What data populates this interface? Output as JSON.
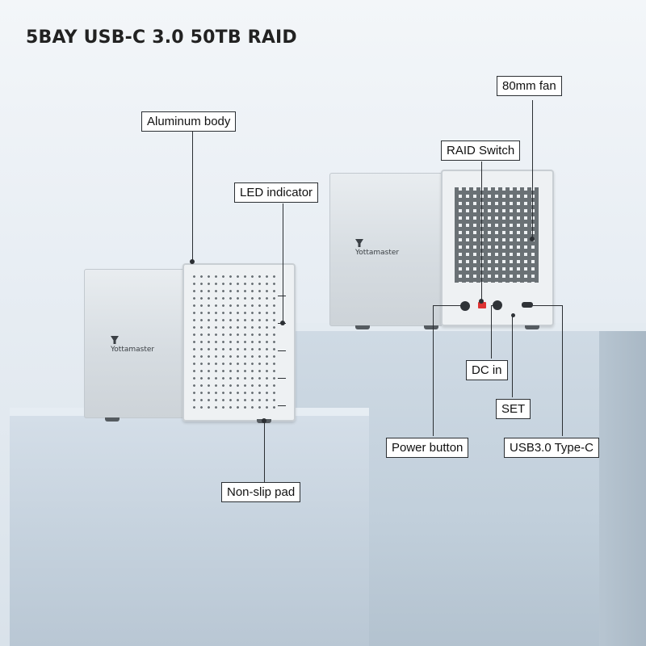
{
  "title": "5BAY USB-C 3.0 50TB RAID",
  "brand": "Yottamaster",
  "callouts": {
    "fan": "80mm fan",
    "aluminum": "Aluminum body",
    "raid": "RAID Switch",
    "led": "LED indicator",
    "dc": "DC in",
    "set": "SET",
    "power": "Power button",
    "usb": "USB3.0 Type-C",
    "pad": "Non-slip pad"
  },
  "colors": {
    "background": "#e7edf3",
    "accent_switch": "#dd3333",
    "line": "#2b2f33"
  }
}
